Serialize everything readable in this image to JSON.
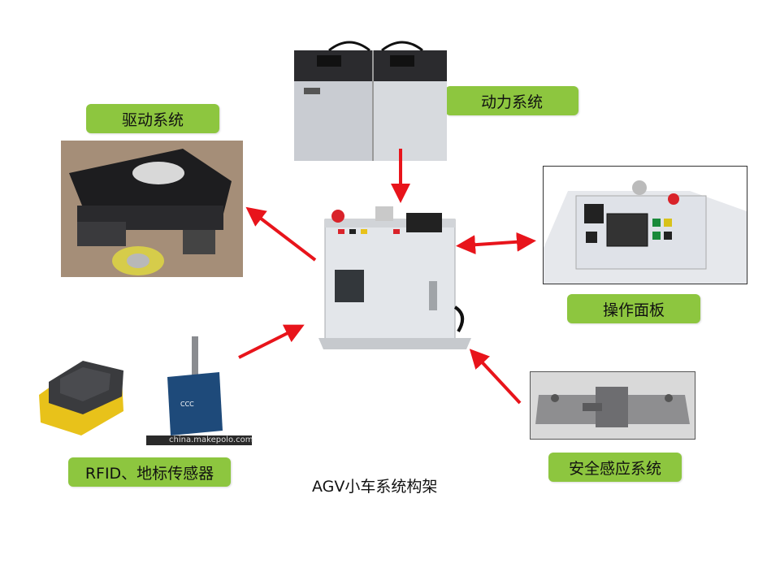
{
  "colors": {
    "label_bg": "#8DC63F",
    "arrow": "#E8141B",
    "cabinet": "#E3E6EA"
  },
  "labels": {
    "drive": "驱动系统",
    "power": "动力系统",
    "panel": "操作面板",
    "sensor": "RFID、地标传感器",
    "safety": "安全感应系统"
  },
  "caption": "AGV小车系统构架",
  "watermark": "china.makepolo.com",
  "images": {
    "controller": "controller-cabinet-image",
    "battery": "battery-pack-image",
    "drive": "drive-unit-image",
    "panel": "operation-panel-image",
    "sensor": "rfid-landmark-sensor-image",
    "safety": "safety-sensor-image"
  }
}
